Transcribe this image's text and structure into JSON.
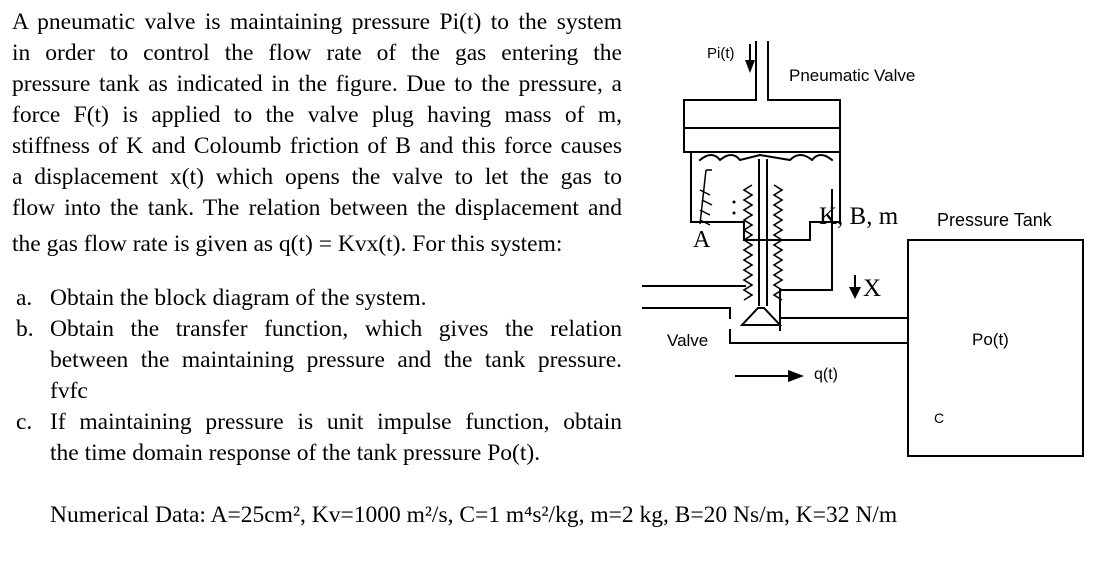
{
  "problem": {
    "paragraph_lines": [
      "A pneumatic valve is maintaining pressure Pi(t) to the system",
      "in order to control the flow rate of the gas entering the",
      "pressure tank as indicated in the figure. Due to the pressure, a",
      "force F(t) is applied to the valve plug having  mass of m,",
      "stiffness of K and Coloumb friction of B and this force causes",
      "a displacement x(t) which opens the valve to let the gas to",
      "flow into the tank. The relation between the displacement and",
      "the gas flow rate is given as q(t) = Kvx(t). For this system:"
    ],
    "items": [
      {
        "marker": "a.",
        "lines": [
          "Obtain the block diagram of the system."
        ]
      },
      {
        "marker": "b.",
        "lines": [
          "Obtain the transfer function, which gives the relation",
          "between the maintaining pressure and the tank pressure.",
          "fvfc"
        ]
      },
      {
        "marker": "c.",
        "lines": [
          "If maintaining pressure is unit impulse function, obtain",
          "the time domain response of the tank pressure Po(t)."
        ]
      }
    ],
    "numerical_data": "Numerical Data: A=25cm², Kv=1000 m²/s, C=1 m⁴s²/kg, m=2 kg, B=20 Ns/m, K=32 N/m"
  },
  "figure": {
    "labels": {
      "pi": "Pi(t)",
      "pneumatic_valve": "Pneumatic Valve",
      "kbm": "K, B, m",
      "pressure_tank": "Pressure Tank",
      "area": "A",
      "x": "X",
      "valve": "Valve",
      "po": "Po(t)",
      "q": "q(t)",
      "c": "C"
    }
  }
}
